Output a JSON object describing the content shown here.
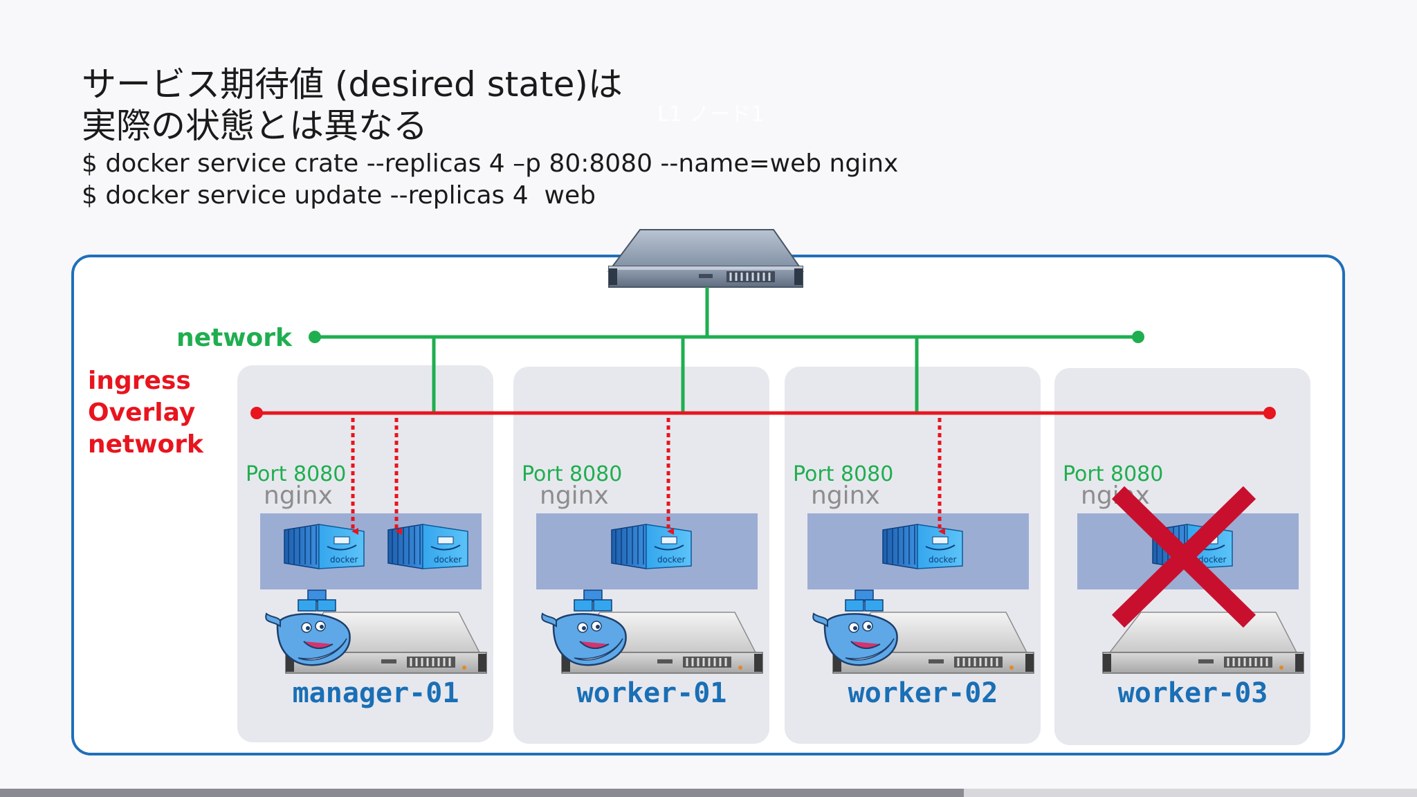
{
  "title_line1": "サービス期待値 (desired state)は",
  "title_line2": "実際の状態とは異なる",
  "command1": "$ docker service crate --replicas 4 –p 80:8080 --name=web nginx",
  "command2": "$ docker service update --replicas 4  web",
  "ghost_text": "L1 ノード1",
  "network_label": "network",
  "ingress_label_line1": "ingress",
  "ingress_label_line2": "Overlay",
  "ingress_label_line3": "network",
  "nodes": [
    {
      "name": "manager-01",
      "port": "Port 8080",
      "service": "nginx",
      "containers": 2,
      "whale": true,
      "failed": false
    },
    {
      "name": "worker-01",
      "port": "Port 8080",
      "service": "nginx",
      "containers": 1,
      "whale": true,
      "failed": false
    },
    {
      "name": "worker-02",
      "port": "Port 8080",
      "service": "nginx",
      "containers": 1,
      "whale": true,
      "failed": false
    },
    {
      "name": "worker-03",
      "port": "Port 8080",
      "service": "nginx",
      "containers": 1,
      "whale": false,
      "failed": true
    }
  ],
  "container_label": "docker",
  "colors": {
    "network": "#1fae4f",
    "ingress": "#e8141e",
    "node_name": "#1a6fb5",
    "frame": "#1f6fb8",
    "cross": "#c8102e"
  },
  "video_progress_fraction": 0.68
}
